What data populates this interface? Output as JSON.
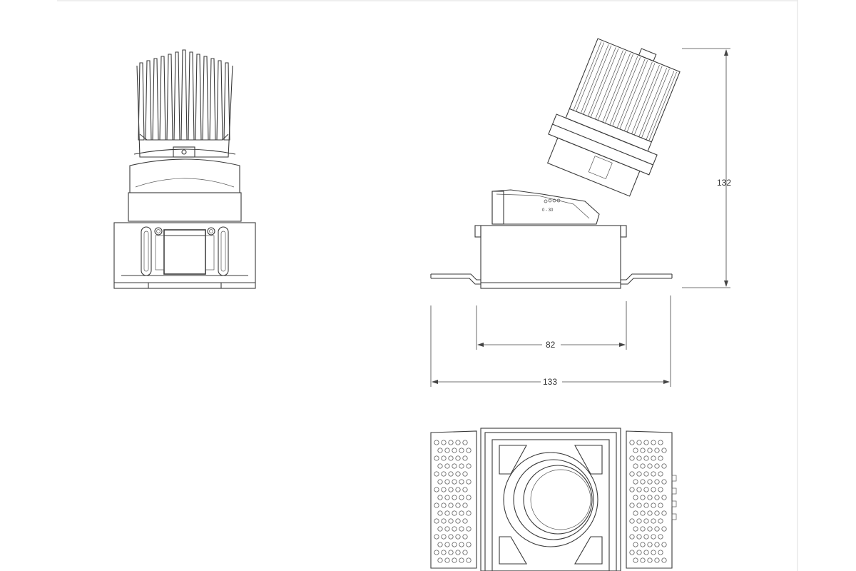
{
  "dimensions": {
    "height": "132",
    "inner_width": "82",
    "outer_width": "133"
  },
  "side_view": {
    "tilt_label": "0 - 30"
  },
  "colors": {
    "line": "#3a3a3a",
    "frame": "#dddddd",
    "background": "#ffffff"
  }
}
